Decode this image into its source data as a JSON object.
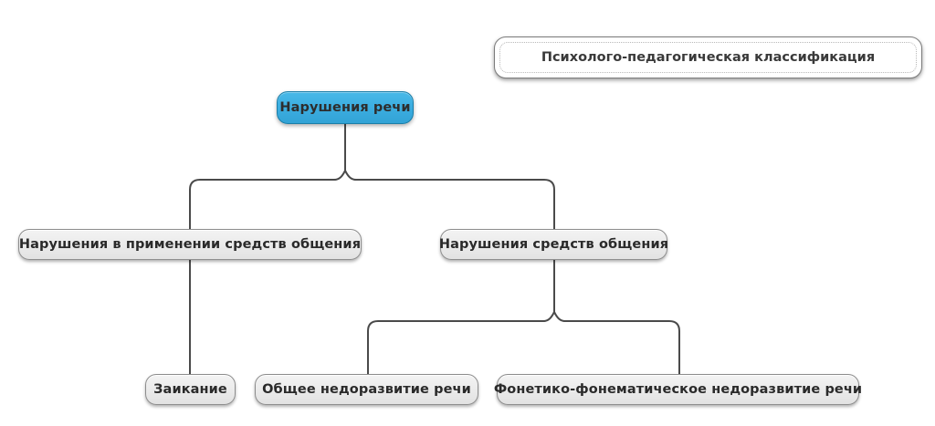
{
  "diagram": {
    "title": "Психолого-педагогическая классификация",
    "colors": {
      "root_fill": "#3cade0",
      "root_border": "#1b7ea8",
      "node_fill": "#ececec",
      "node_border": "#8d8d8d",
      "connector": "#4a4a4a",
      "text": "#2a2a2a",
      "title_text": "#3a3a3a",
      "background": "#ffffff"
    },
    "nodes": {
      "root": {
        "label": "Нарушения речи"
      },
      "level1": [
        {
          "label": "Нарушения в применении средств общения"
        },
        {
          "label": "Нарушения средств общения"
        }
      ],
      "level2": [
        {
          "label": "Заикание"
        },
        {
          "label": "Общее недоразвитие речи"
        },
        {
          "label": "Фонетико-фонематическое недоразвитие речи"
        }
      ]
    }
  }
}
